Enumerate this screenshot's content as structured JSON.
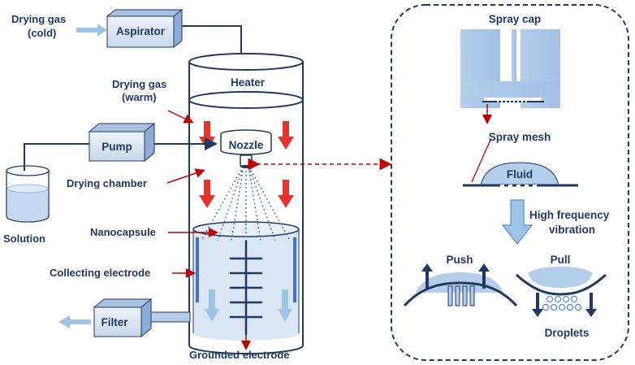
{
  "labels": {
    "drying_gas_cold_line1": "Drying gas",
    "drying_gas_cold_line2": "(cold)",
    "aspirator": "Aspirator",
    "heater": "Heater",
    "drying_gas_warm_line1": "Drying gas",
    "drying_gas_warm_line2": "(warm)",
    "pump": "Pump",
    "nozzle": "Nozzle",
    "drying_chamber": "Drying chamber",
    "solution": "Solution",
    "nanocapsule": "Nanocapsule",
    "collecting_electrode": "Collecting electrode",
    "filter": "Filter",
    "grounded_electrode": "Grounded electrode"
  },
  "inset": {
    "spray_cap": "Spray cap",
    "spray_mesh": "Spray mesh",
    "fluid": "Fluid",
    "vibration_line1": "High frequency",
    "vibration_line2": "vibration",
    "push": "Push",
    "pull": "Pull",
    "droplets": "Droplets"
  },
  "colors": {
    "navy": "#1f3864",
    "box_fill": "#dce6f2",
    "light_blue": "#9dc3e6",
    "mid_blue": "#4472c4",
    "red": "#c00000",
    "bright_red": "#e8322d"
  }
}
